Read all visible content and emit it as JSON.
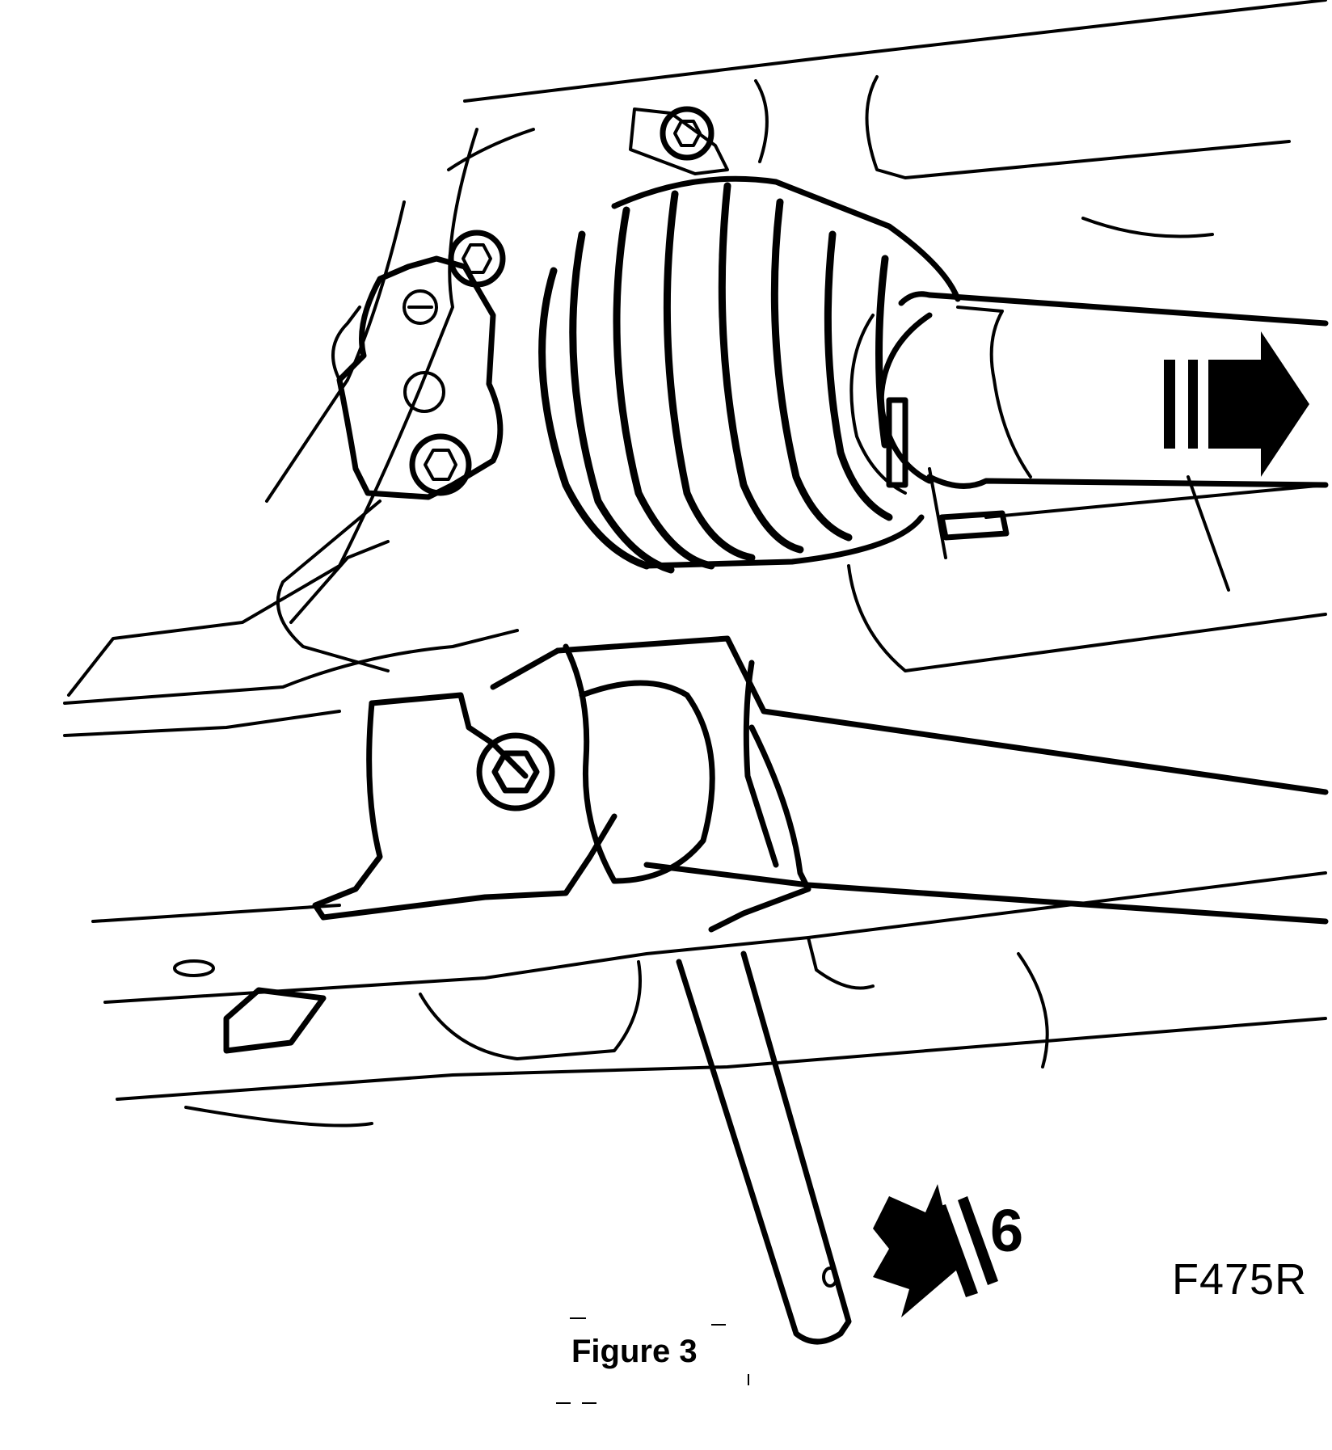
{
  "figure": {
    "caption": "Figure 3",
    "reference_code": "F475R",
    "callouts": [
      {
        "id": "arrow-6",
        "label": "6"
      }
    ],
    "arrows": [
      {
        "name": "shaft-direction-arrow",
        "label": ""
      }
    ]
  }
}
